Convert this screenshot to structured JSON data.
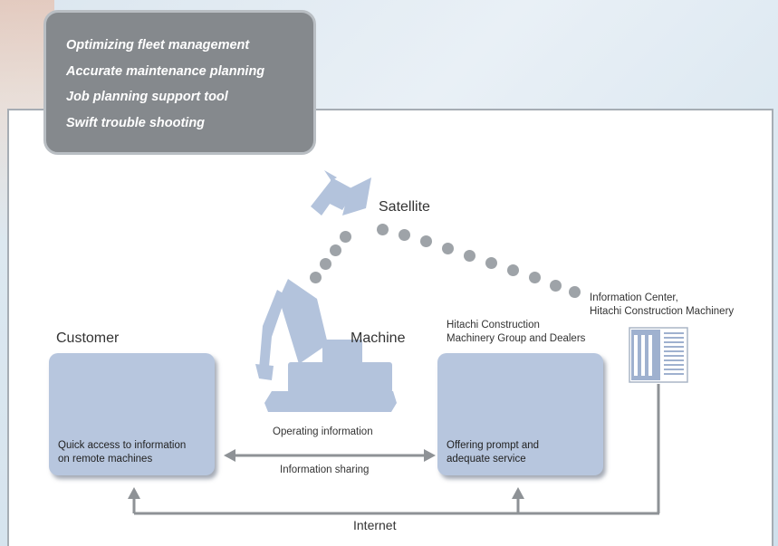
{
  "features": [
    "Optimizing fleet management",
    "Accurate maintenance planning",
    "Job planning support tool",
    "Swift trouble shooting"
  ],
  "nodes": {
    "satellite": "Satellite",
    "info_center": [
      "Information Center,",
      "Hitachi Construction Machinery"
    ],
    "customer": "Customer",
    "machine": "Machine",
    "dealers": [
      "Hitachi Construction",
      "Machinery Group and Dealers"
    ]
  },
  "cards": {
    "customer": [
      "Quick access to information",
      "on remote machines"
    ],
    "dealers": [
      "Offering prompt and",
      "adequate service"
    ]
  },
  "links": {
    "operating_info": "Operating information",
    "info_sharing": "Information sharing",
    "internet": "Internet"
  }
}
